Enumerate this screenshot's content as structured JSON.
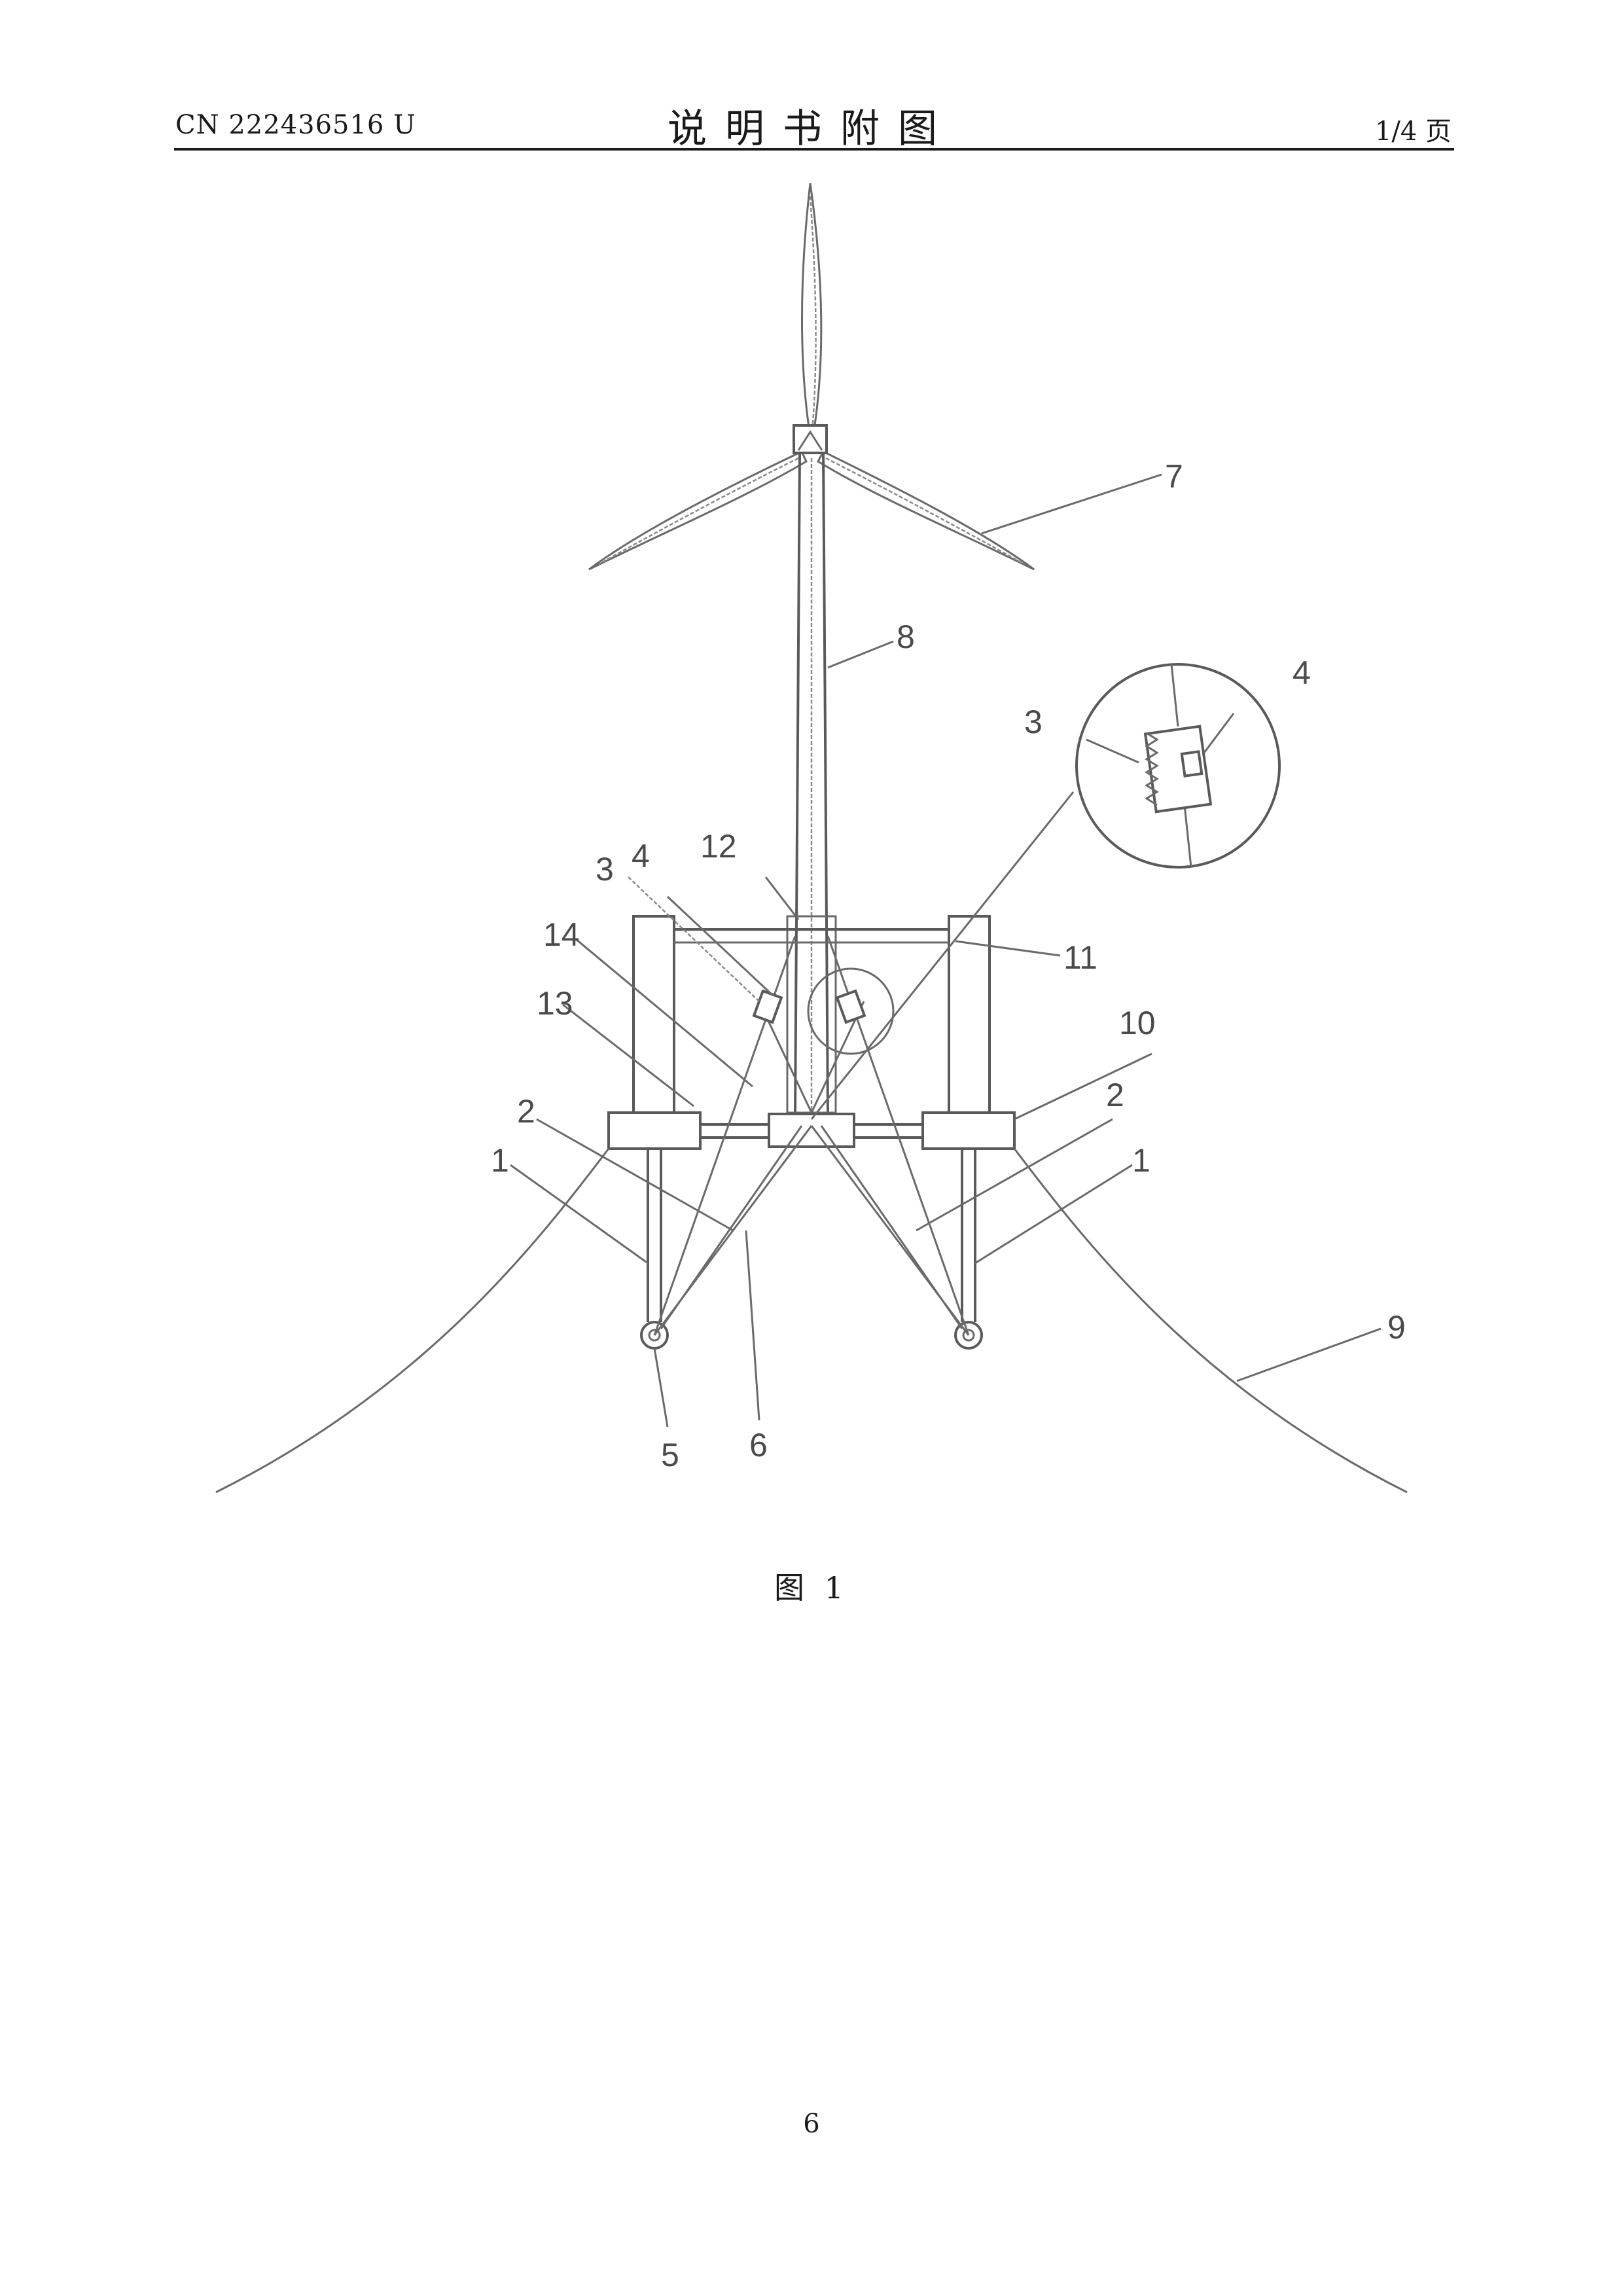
{
  "header": {
    "patent_number": "CN 222436516 U",
    "section_title": "说明书附图",
    "page_of": "1/4 页"
  },
  "figure": {
    "caption": "图 1",
    "labels": {
      "blade": "7",
      "tower": "8",
      "mooring_line": "9",
      "buoy_left": "10",
      "crossbar": "11",
      "top_brace": "12",
      "brace_13": "13",
      "brace_14": "14",
      "damper_spring": "3",
      "damper_box": "4",
      "inset_spring": "3",
      "inset_box": "4",
      "column_left": "1",
      "column_right": "1",
      "link_left": "2",
      "link_right": "2",
      "anchor_node": "5",
      "tension_line": "6"
    }
  },
  "footer": {
    "page_number": "6"
  }
}
